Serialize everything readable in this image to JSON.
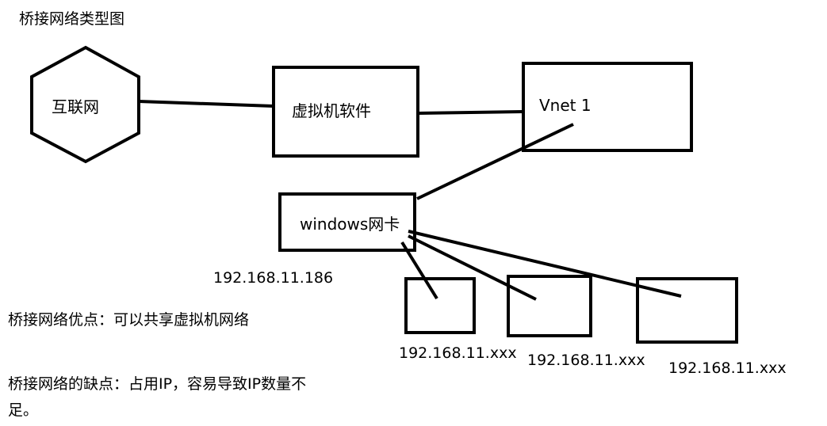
{
  "title": "桥接网络类型图",
  "nodes": {
    "internet": "互联网",
    "vm_software": "虚拟机软件",
    "vnet": "Vnet 1",
    "windows_nic": "windows网卡",
    "host1": "",
    "host2": "",
    "host3": ""
  },
  "ips": {
    "windows_nic_ip": "192.168.11.186",
    "host1_ip": "192.168.11.xxx",
    "host2_ip": "192.168.11.xxx",
    "host3_ip": "192.168.11.xxx"
  },
  "notes": {
    "advantage": "桥接网络优点：可以共享虚拟机网络",
    "disadvantage": "桥接网络的缺点：占用IP，容易导致IP数量不足。"
  },
  "colors": {
    "stroke": "#000000",
    "background": "#ffffff"
  }
}
